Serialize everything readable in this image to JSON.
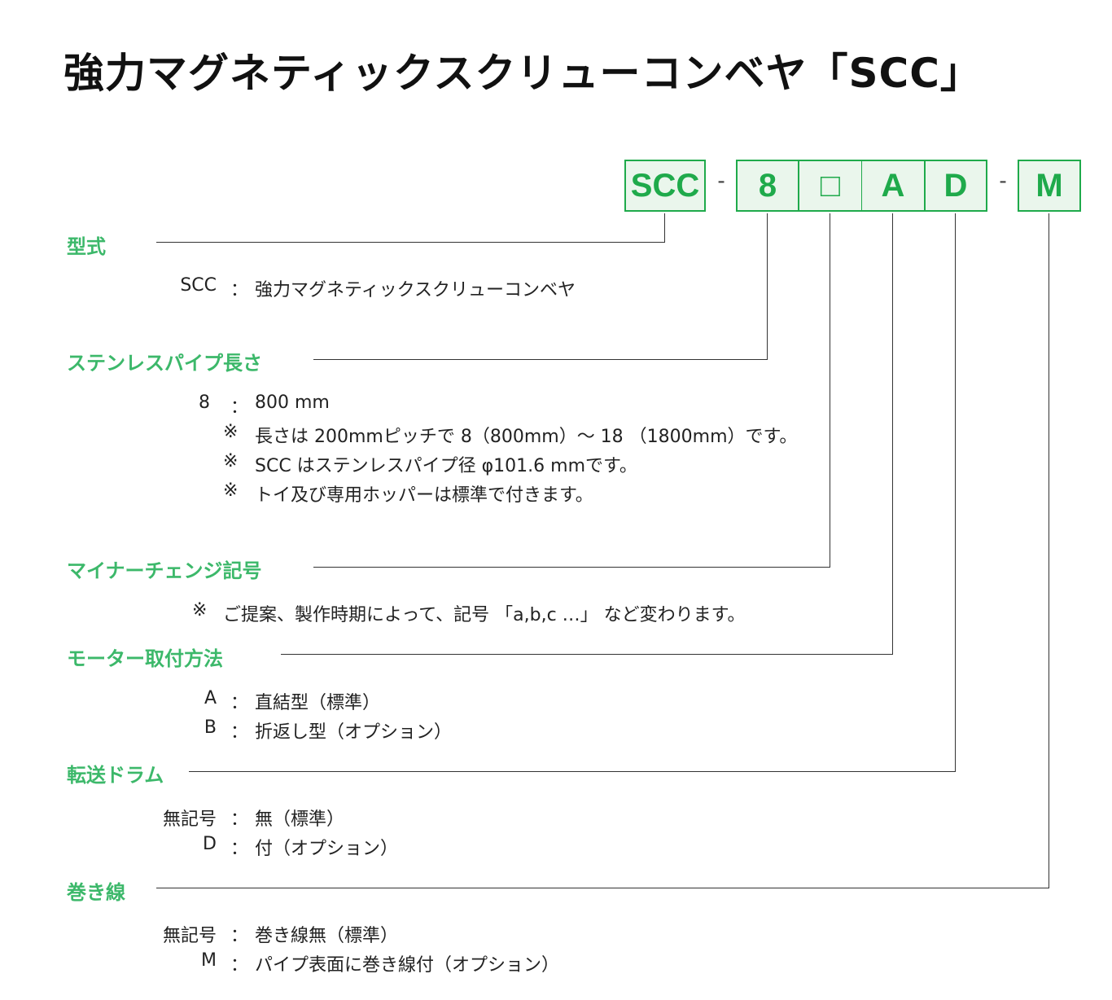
{
  "title": "強力マグネティックスクリューコンベヤ「SCC」",
  "code_boxes": [
    "SCC",
    "8",
    "□",
    "A",
    "D",
    "M"
  ],
  "dash": "-",
  "colors": {
    "accent": "#1faa4b",
    "accent_bg": "#eaf6ec",
    "section": "#3cb86a"
  },
  "sections": {
    "model": {
      "heading": "型式",
      "items": [
        {
          "key": "SCC",
          "value": "強力マグネティックスクリューコンベヤ"
        }
      ]
    },
    "pipe_length": {
      "heading": "ステンレスパイプ長さ",
      "items": [
        {
          "key": "8",
          "value": "800 mm"
        }
      ],
      "notes": [
        "長さは 200mmピッチで 8（800mm）～ 18 （1800mm）です。",
        "SCC はステンレスパイプ径 φ101.6 mmです。",
        "トイ及び専用ホッパーは標準で付きます。"
      ]
    },
    "minor_change": {
      "heading": "マイナーチェンジ記号",
      "notes": [
        "ご提案、製作時期によって、記号 「a,b,c …」 など変わります。"
      ]
    },
    "motor_mount": {
      "heading": "モーター取付方法",
      "items": [
        {
          "key": "A",
          "value": "直結型（標準）"
        },
        {
          "key": "B",
          "value": "折返し型（オプション）"
        }
      ]
    },
    "drum": {
      "heading": "転送ドラム",
      "items": [
        {
          "key": "無記号",
          "value": "無（標準）"
        },
        {
          "key": "D",
          "value": "付（オプション）"
        }
      ]
    },
    "winding": {
      "heading": "巻き線",
      "items": [
        {
          "key": "無記号",
          "value": "巻き線無（標準）"
        },
        {
          "key": "M",
          "value": "パイプ表面に巻き線付（オプション）"
        }
      ]
    }
  },
  "note_mark": "※",
  "colon": "："
}
